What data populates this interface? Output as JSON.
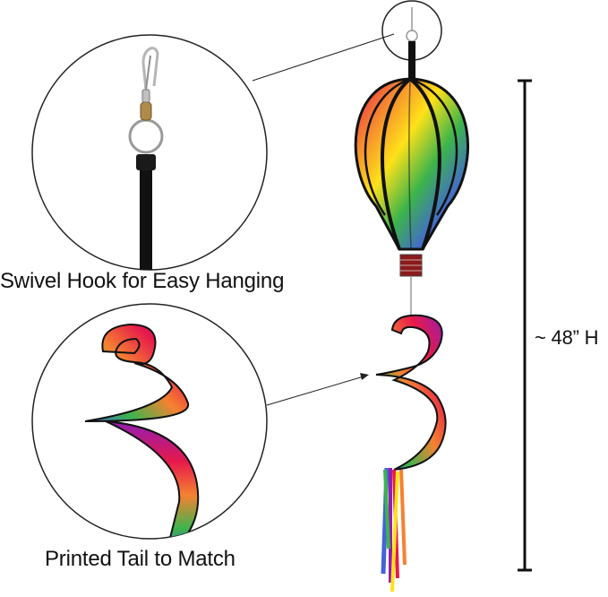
{
  "captions": {
    "hook": "Swivel Hook for Easy Hanging",
    "tail": "Printed Tail to Match",
    "height": "~ 48” H"
  },
  "colors": {
    "outline": "#111111",
    "rainbow": [
      "#e6194b",
      "#f58231",
      "#ffe119",
      "#3cb44b",
      "#4363d8",
      "#911eb4"
    ]
  },
  "icons": {
    "product": "hot-air-balloon-spinner",
    "detail_top": "swivel-hook-closeup",
    "detail_bottom": "spiral-tail-closeup",
    "dimension": "vertical-height-bracket"
  }
}
